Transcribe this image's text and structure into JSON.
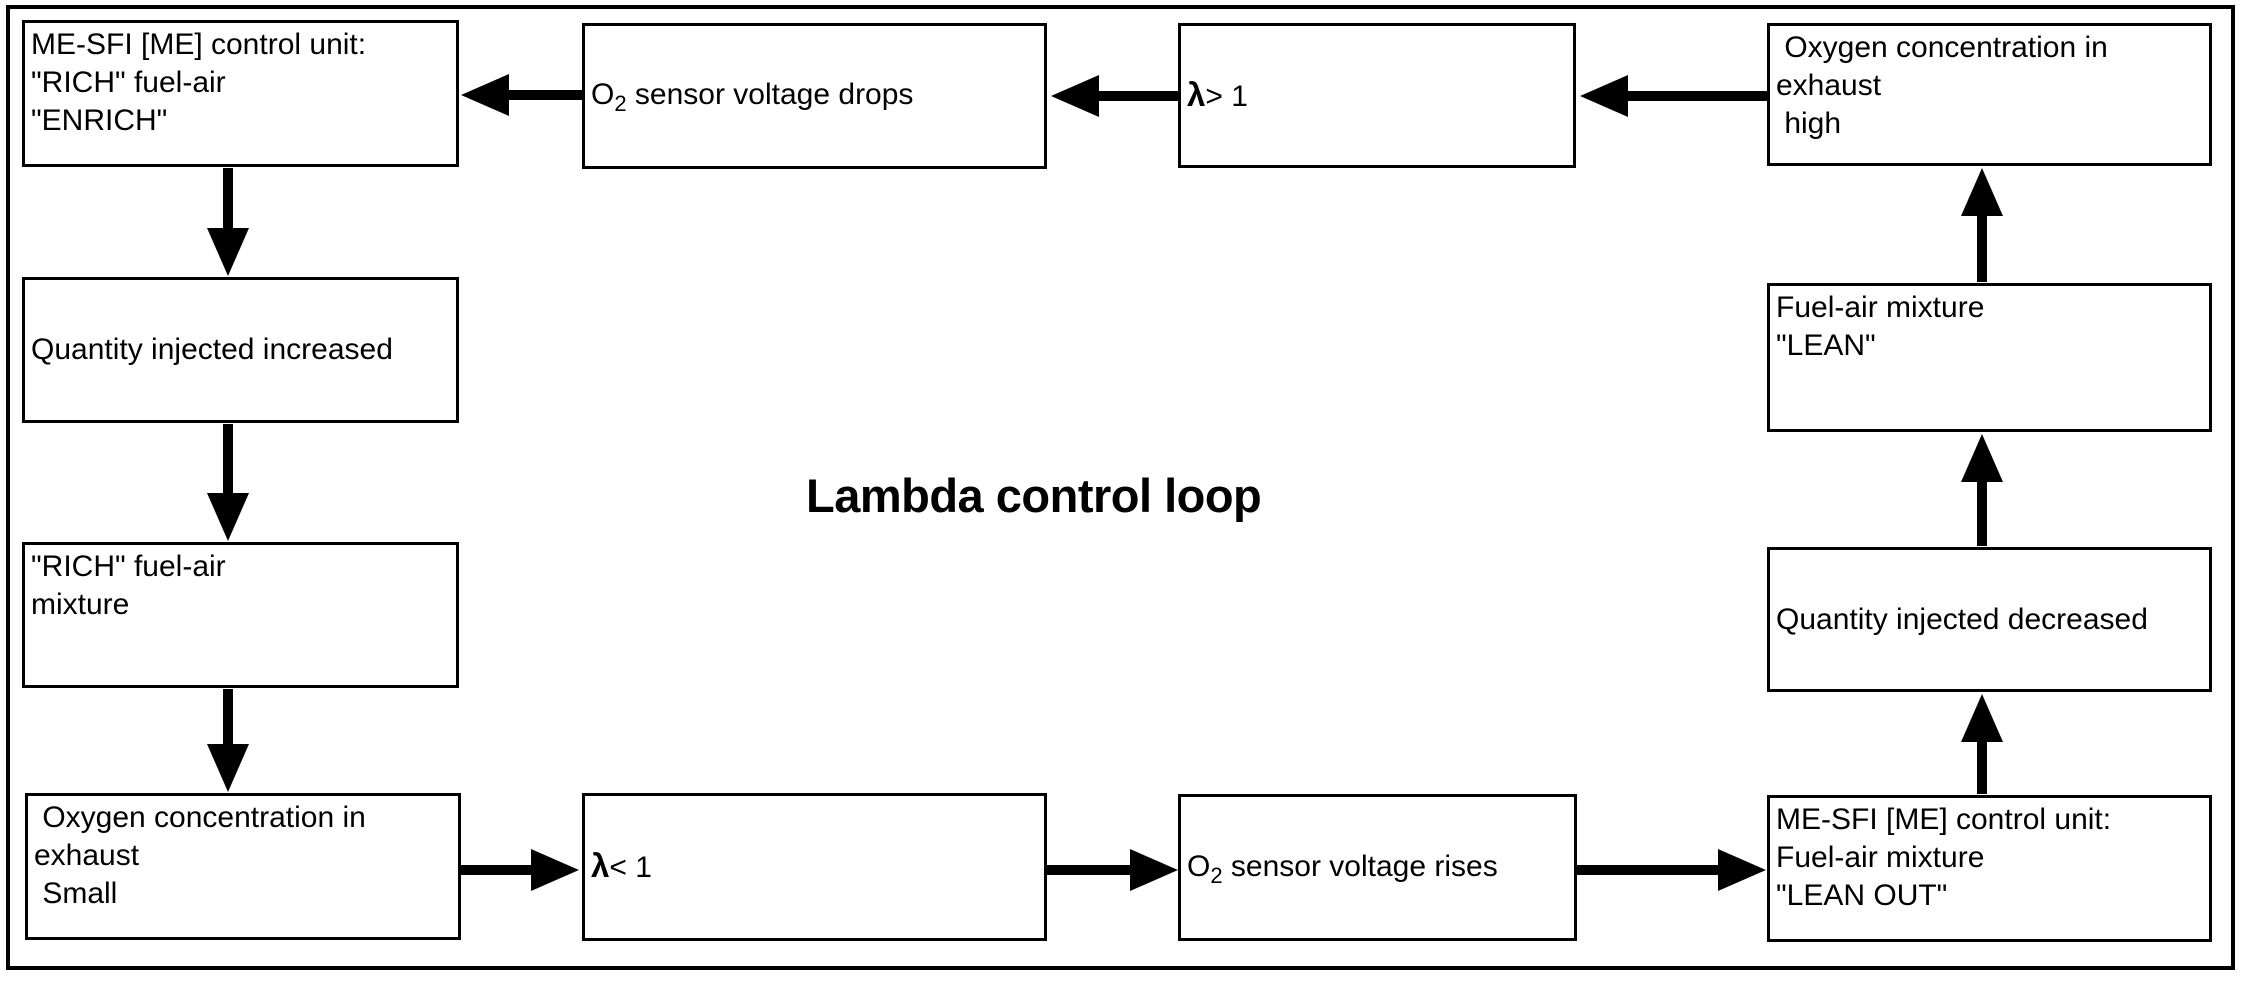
{
  "title": "Lambda control loop",
  "colors": {
    "line": "#000000",
    "background": "#ffffff"
  },
  "nodes": {
    "me_enrich": {
      "lines": [
        "ME-SFI [ME] control unit:",
        "\"RICH\" fuel-air",
        "\"ENRICH\""
      ]
    },
    "qty_increased": {
      "text": "Quantity injected increased"
    },
    "rich_mixture": {
      "lines": [
        "\"RICH\" fuel-air",
        "mixture"
      ]
    },
    "o2_small": {
      "lines": [
        " Oxygen concentration in",
        "exhaust",
        " Small"
      ]
    },
    "o2_drops": {
      "pre": "O",
      "sub": "2",
      "rest": " sensor voltage drops"
    },
    "lambda_lt": {
      "symbol": "λ",
      "rest": "< 1"
    },
    "lambda_gt": {
      "symbol": "λ",
      "rest": "> 1"
    },
    "o2_rises": {
      "pre": "O",
      "sub": "2",
      "rest": " sensor voltage rises"
    },
    "o2_high": {
      "lines": [
        " Oxygen concentration in",
        "exhaust",
        " high"
      ]
    },
    "fuel_air_lean": {
      "lines": [
        "Fuel-air mixture",
        "\"LEAN\""
      ]
    },
    "qty_decreased": {
      "text": "Quantity injected decreased"
    },
    "me_lean_out": {
      "lines": [
        "ME-SFI [ME] control unit:",
        "Fuel-air mixture",
        "\"LEAN OUT\""
      ]
    }
  }
}
